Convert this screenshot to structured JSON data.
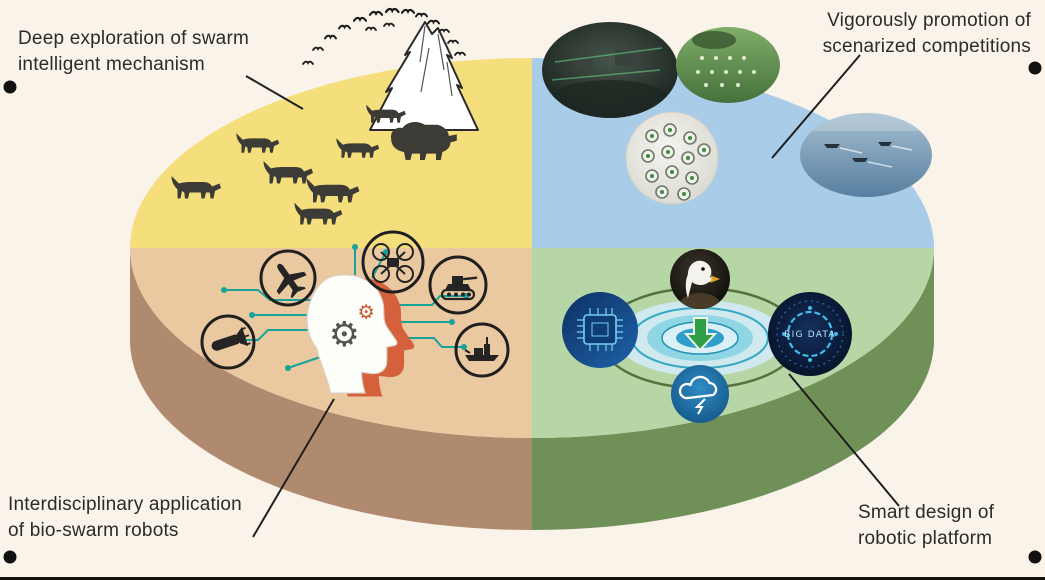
{
  "figure": {
    "title": "Swarm robotics research directions pie figure"
  },
  "callouts": {
    "top_left": {
      "line1": "Deep exploration of swarm",
      "line2": "intelligent mechanism"
    },
    "top_right": {
      "line1": "Vigorously promotion of",
      "line2": "scenarized competitions"
    },
    "bottom_left": {
      "line1": "Interdisciplinary application",
      "line2": "of bio-swarm robots"
    },
    "bottom_right": {
      "line1": "Smart design of",
      "line2": "robotic platform"
    }
  },
  "quadrants": {
    "top_left": {
      "id": "swarm-intelligent-mechanism",
      "fill": "#f5df7d"
    },
    "top_right": {
      "id": "scenarized-competitions",
      "fill": "#a9cde9"
    },
    "bottom_left": {
      "id": "bio-swarm-robots",
      "fill": "#eac8a0"
    },
    "bottom_right": {
      "id": "robotic-platform",
      "fill": "#b7d6a6"
    }
  },
  "disc": {
    "side_left": "#b08a6e",
    "side_right": "#6f9158"
  },
  "colors": {
    "background": "#faf3ea",
    "callout_line": "#1f1f1f",
    "dot": "#111111",
    "circuit": "#18a39a",
    "head_accent": "#d4603c",
    "arrow_green": "#2f9e44"
  },
  "labels": {
    "big_data": "BIG DATA"
  },
  "icons": {
    "gear": "⚙",
    "wolf": "quadruped-silhouette",
    "bison": "large-quadruped-silhouette",
    "bird": "flying-bird-chevron",
    "mountain": "jagged-peak-outline",
    "aircraft": "plane-top-view",
    "quadcopter": "four-rotor-drone",
    "tank": "tracked-vehicle",
    "torpedo": "finned-cylinder",
    "warship": "naval-ship-silhouette",
    "human_head": "profile-with-gears",
    "fusion_arrow": "down-arrow",
    "eagle": "eagle-head-photo",
    "chip": "circuit-chip-photo",
    "big_data": "glowing-ring-photo",
    "cloud": "cloud-outline-bolt-photo",
    "factory": "competition-hall-photo",
    "field_robots": "outdoor-robots-photo",
    "micro_robots": "micro-swarm-photo",
    "unmanned_boats": "sea-boats-photo"
  }
}
